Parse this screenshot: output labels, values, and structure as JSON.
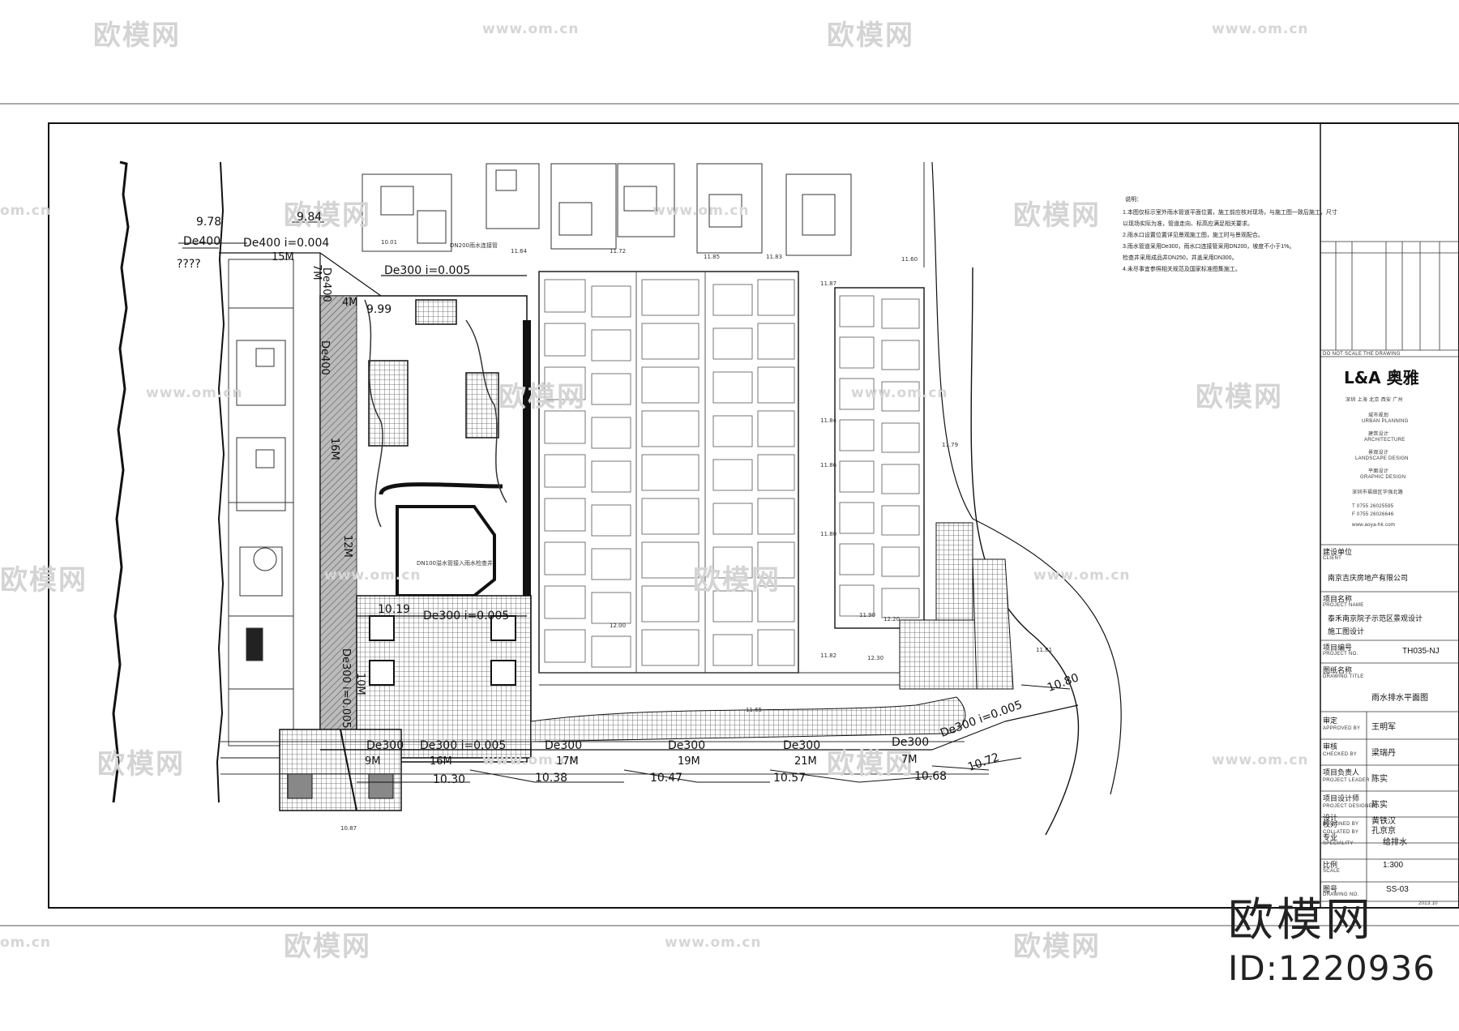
{
  "watermark": {
    "brand": "欧模网",
    "url": "www.om.cn",
    "url_short": "om.cn",
    "id_brand": "欧模网",
    "id_text": "ID:1220936"
  },
  "notes": {
    "title": "说明：",
    "lines": [
      "1.本图仅标示室外雨水管道平面位置，施工前应核对现场，与施工图一致后施工，尺寸",
      "  以现场实际为准，管道走向、标高应满足相关要求。",
      "2.雨水口设置位置详见景观施工图，施工时与景观配合。",
      "3.雨水管道采用De300，雨水口连接管采用DN200，坡度不小于1%。",
      "  检查井采用成品井DN250，井盖采用DN300。",
      "4.未尽事宜参照相关规范及国家标准图集施工。"
    ]
  },
  "title_block": {
    "logo": "L&A 奥雅",
    "logo_sub": "深圳 上海 北京 西安 广州",
    "services": [
      "城市规划",
      "URBAN PLANNING",
      "建筑设计",
      "ARCHITECTURE",
      "景观设计",
      "LANDSCAPE DESIGN",
      "平面设计",
      "GRAPHIC DESIGN"
    ],
    "address": "深圳市福田区华强北路",
    "phone": "T 0755 26025595",
    "fax": "F 0755 26026646",
    "web": "www.aoya-hk.com",
    "client_label": "建设单位",
    "client_label_en": "CLIENT",
    "client": "南京吉庆房地产有限公司",
    "project_label": "项目名称",
    "project_label_en": "PROJECT NAME",
    "project_name_1": "泰禾南京院子示范区景观设计",
    "project_name_2": "施工图设计",
    "project_no_label": "项目编号",
    "project_no_label_en": "PROJECT NO.",
    "project_no": "TH035-NJ",
    "drawing_title_label": "图纸名称",
    "drawing_title_label_en": "DRAWING TITLE",
    "drawing_title": "雨水排水平面图",
    "roles": [
      {
        "label": "审定",
        "label_en": "APPROVED BY",
        "name": "王明军"
      },
      {
        "label": "审核",
        "label_en": "CHECKED BY",
        "name": "梁瑞丹"
      },
      {
        "label": "项目负责人",
        "label_en": "PROJECT LEADER",
        "name": "陈实"
      },
      {
        "label": "项目设计师",
        "label_en": "PROJECT DESIGNER",
        "name": "陈实"
      },
      {
        "label": "校对",
        "label_en": "COLLATED BY",
        "name": "孔京京"
      },
      {
        "label": "设计",
        "label_en": "DESIGNED BY",
        "name": "黄铁汉"
      }
    ],
    "specialty_label": "专业",
    "specialty_label_en": "SPECIALITY",
    "specialty": "给排水",
    "scale_label": "比例",
    "scale_label_en": "SCALE",
    "scale": "1:300",
    "drawing_no_label": "图号",
    "drawing_no_label_en": "DRAWING NO.",
    "drawing_no": "SS-03",
    "date": "2013.10",
    "do_not_scale": "DO NOT SCALE THE DRAWING"
  },
  "plan_labels": {
    "l978": "9.78",
    "l984": "9.84",
    "l999": "9.99",
    "l1019": "10.19",
    "l1030": "10.30",
    "l1038": "10.38",
    "l1047": "10.47",
    "l1057": "10.57",
    "l1068": "10.68",
    "l1072": "10.72",
    "l1080": "10.80",
    "de400a": "De400",
    "de400b": "De400",
    "de400c": "De400",
    "de400_slope": "De400 i=0.004",
    "de300_slope_top": "De300 i=0.005",
    "de300_slope_mid": "De300 i=0.005",
    "de300_slope_bottom": "De300 i=0.005",
    "de300_slope_right": "De300 i=0.005",
    "de300_1": "De300",
    "de300_2": "De300",
    "de300_3": "De300",
    "de300_4": "De300",
    "de300_5": "De300",
    "de300_v": "De300 i=0.005",
    "dn200": "DN200雨水连接管",
    "dn100": "DN100溢水管接入雨水检查井",
    "len_15m": "15M",
    "len_7m": "7M",
    "len_4m": "4M",
    "len_16m_a": "16M",
    "len_16m_b": "16M",
    "len_17m": "17M",
    "len_19m": "19M",
    "len_21m": "21M",
    "len_7m_b": "7M",
    "len_9m": "9M",
    "len_10m": "10M",
    "len_12m": "12M",
    "qmarks": "????",
    "elev_1001": "10.01",
    "lvl_1164": "11.64",
    "lvl_1172": "11.72",
    "lvl_1185": "11.85",
    "lvl_1183": "11.83",
    "lvl_1160": "11.60",
    "lvl_1187": "11.87",
    "lvl_1184": "11.84",
    "lvl_1186": "11.86",
    "lvl_1180": "11.80",
    "lvl_1190": "11.90",
    "lvl_1182": "11.82",
    "lvl_1200": "12.00",
    "lvl_1165": "11.65",
    "lvl_1087": "10.87",
    "lvl_1179": "11.79",
    "lvl_1181": "11.81",
    "lvl_1220": "12.20",
    "lvl_1230": "12.30"
  }
}
